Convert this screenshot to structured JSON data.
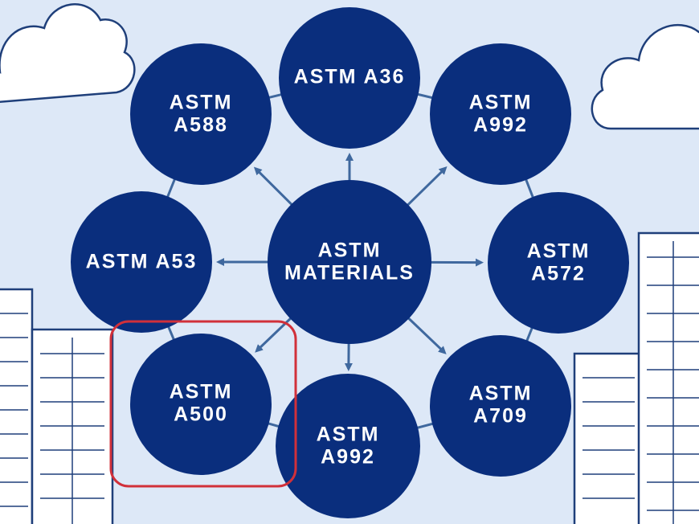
{
  "colors": {
    "background": "#dde8f7",
    "node_fill": "#0a2e7d",
    "connector": "#3f689e",
    "highlight": "#d1303a",
    "line_art": "#1f3f7a"
  },
  "center": {
    "line1": "ASTM",
    "line2": "MATERIALS"
  },
  "nodes": {
    "a36": {
      "line1": "ASTM A36"
    },
    "a992_top": {
      "line1": "ASTM",
      "line2": "A992"
    },
    "a572": {
      "line1": "ASTM",
      "line2": "A572"
    },
    "a709": {
      "line1": "ASTM",
      "line2": "A709"
    },
    "a992_bottom": {
      "line1": "ASTM",
      "line2": "A992"
    },
    "a500": {
      "line1": "ASTM",
      "line2": "A500"
    },
    "a53": {
      "line1": "ASTM A53"
    },
    "a588": {
      "line1": "ASTM",
      "line2": "A588"
    }
  },
  "highlighted_node": "a500",
  "decorations": [
    "cloud-icon",
    "building-icon"
  ]
}
